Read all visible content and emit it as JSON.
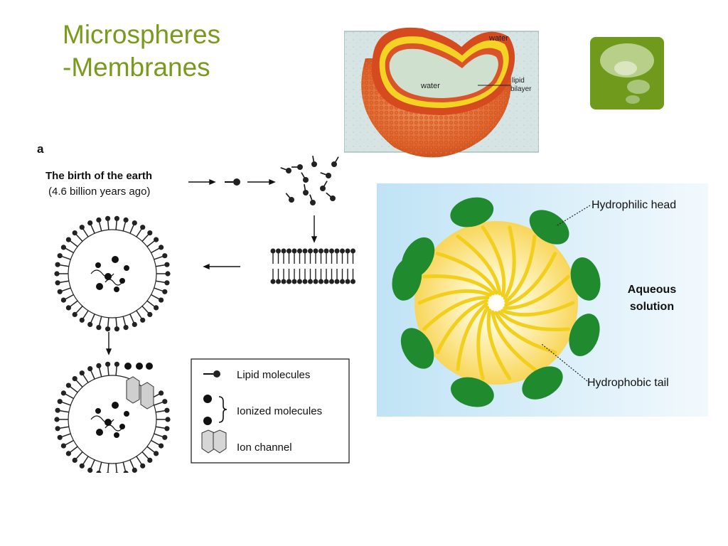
{
  "slide": {
    "title_line1": "Microspheres",
    "title_line2": "-Membranes"
  },
  "vesicle": {
    "water_outer": "water",
    "water_inner": "water",
    "bilayer_line1": "lipid",
    "bilayer_line2": "bilayer"
  },
  "origin": {
    "panel_letter": "a",
    "birth_line1": "The birth of the earth",
    "birth_line2": "(4.6 billion years ago)",
    "legend": {
      "lipid": "Lipid molecules",
      "ionized": "Ionized molecules",
      "channel": "Ion channel"
    }
  },
  "micelle": {
    "head_label": "Hydrophilic head",
    "solution_line1": "Aqueous",
    "solution_line2": "solution",
    "tail_label": "Hydrophobic tail"
  },
  "colors": {
    "title": "#7a9a1e",
    "logo_green": "#6f9a1b",
    "head_green": "#1f8a2e",
    "tail_yellow": "#f2cf1c",
    "bilayer_red": "#d24a1e",
    "micelle_bg": "#cfe9f7"
  },
  "icons": {
    "logo": "speech-bubble-icon"
  }
}
